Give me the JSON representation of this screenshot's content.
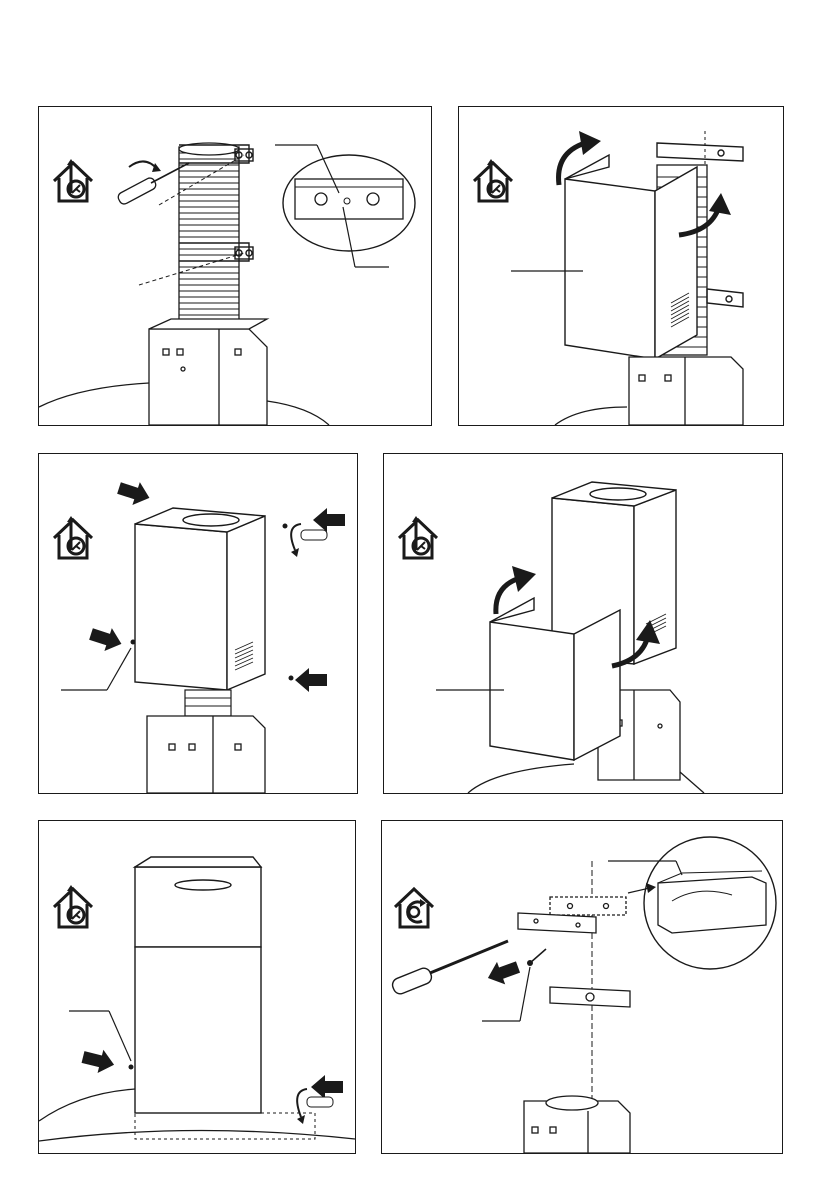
{
  "document": {
    "type": "installation-instructions",
    "panels": [
      {
        "id": "panel-1",
        "icon": "ducted-extraction-icon",
        "step": "fasten-brackets-and-flexible-duct"
      },
      {
        "id": "panel-2",
        "icon": "ducted-extraction-icon",
        "step": "fit-upper-chimney-section"
      },
      {
        "id": "panel-3",
        "icon": "ducted-extraction-icon",
        "step": "secure-upper-chimney-screws"
      },
      {
        "id": "panel-4",
        "icon": "ducted-extraction-icon",
        "step": "fit-lower-chimney-section"
      },
      {
        "id": "panel-5",
        "icon": "ducted-extraction-icon",
        "step": "secure-lower-chimney-screws"
      },
      {
        "id": "panel-6",
        "icon": "recirculation-icon",
        "step": "filtering-version-bracket"
      }
    ]
  },
  "colors": {
    "line": "#1a1a1a",
    "shade": "#d8d8d8",
    "background": "#ffffff"
  }
}
